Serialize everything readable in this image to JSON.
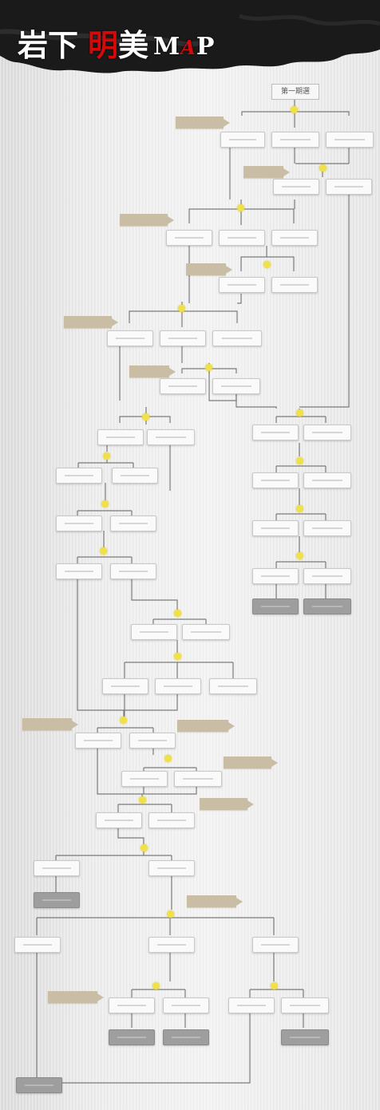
{
  "header": {
    "title_part1": "岩下",
    "title_part2": "明",
    "title_part3": "美",
    "title_m": "M",
    "title_a": "A",
    "title_p": "P"
  },
  "start_node": {
    "label": "第一期選"
  },
  "colors": {
    "node_fill": "#fafafa",
    "end_node_fill": "#9e9e9e",
    "note_fill": "#c9bea5",
    "choice_dot": "#f0e04a",
    "line": "#555555",
    "title_accent": "#d40a0a"
  }
}
